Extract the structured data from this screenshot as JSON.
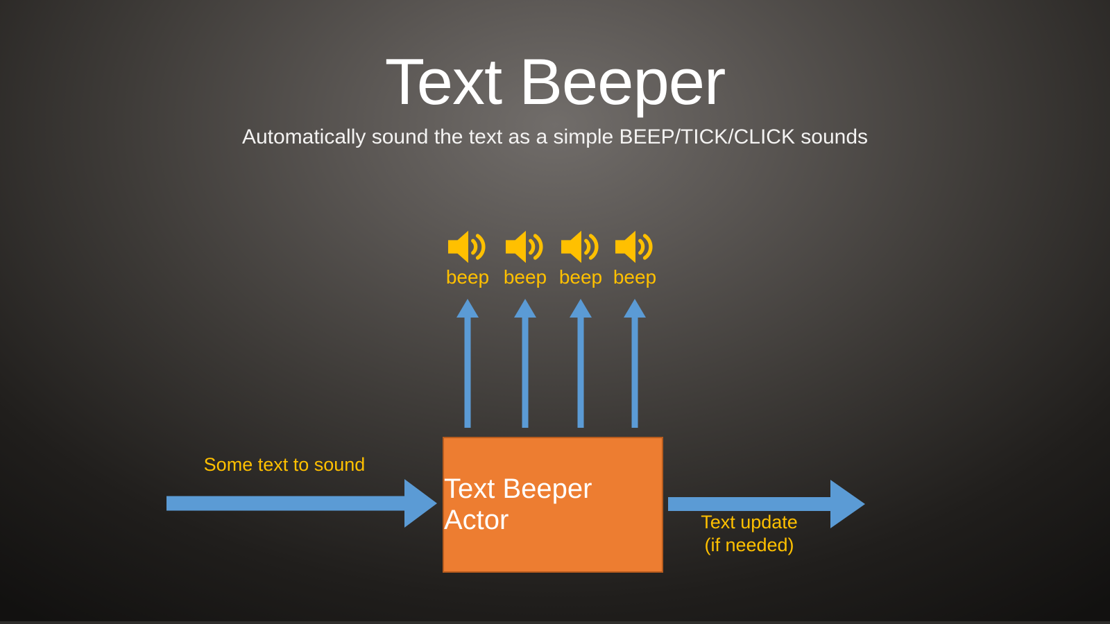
{
  "slide": {
    "title": "Text Beeper",
    "subtitle": "Automatically sound the text as a simple BEEP/TICK/CLICK sounds"
  },
  "diagram": {
    "sound_outputs": [
      {
        "icon": "speaker-icon",
        "label": "beep"
      },
      {
        "icon": "speaker-icon",
        "label": "beep"
      },
      {
        "icon": "speaker-icon",
        "label": "beep"
      },
      {
        "icon": "speaker-icon",
        "label": "beep"
      }
    ],
    "actor_box": {
      "label": "Text Beeper Actor"
    },
    "input_arrow": {
      "label": "Some text to sound"
    },
    "output_arrow": {
      "label_line1": "Text update",
      "label_line2": "(if needed)"
    },
    "colors": {
      "gold": "#FFC000",
      "arrow_blue": "#5B9BD5",
      "box_orange": "#ED7D31",
      "box_border": "#B85C1E"
    }
  }
}
